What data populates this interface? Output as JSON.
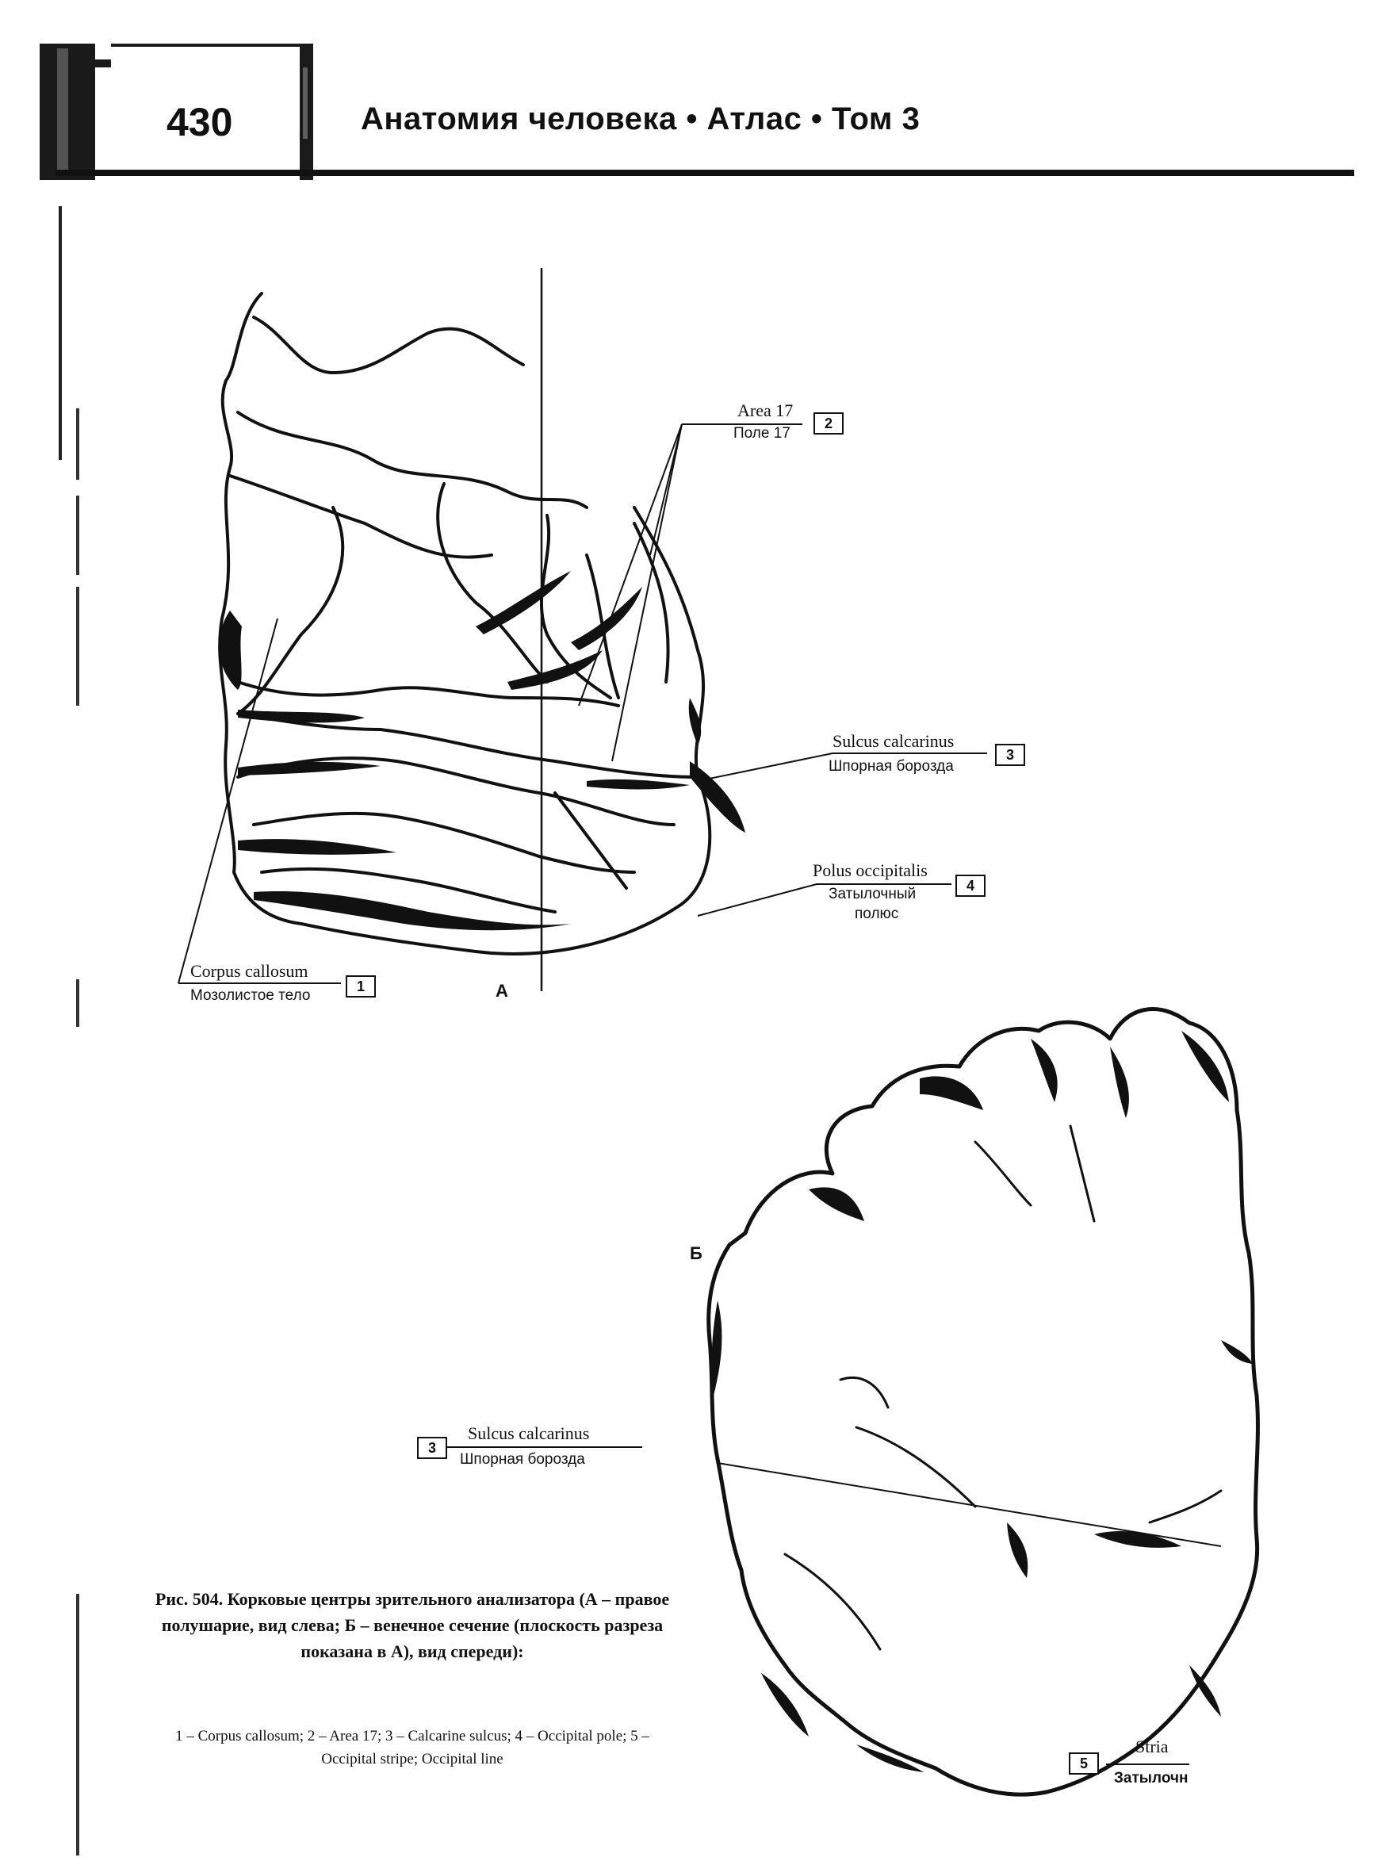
{
  "header": {
    "page_number": "430",
    "running_title": "Анатомия человека • Атлас • Том 3"
  },
  "figure_a": {
    "letter": "А",
    "labels": [
      {
        "num": "1",
        "latin": "Corpus callosum",
        "russian": "Мозолистое тело"
      },
      {
        "num": "2",
        "latin": "Area 17",
        "russian": "Поле 17"
      },
      {
        "num": "3",
        "latin": "Sulcus calcarinus",
        "russian": "Шпорная борозда"
      },
      {
        "num": "4",
        "latin": "Polus occipitalis",
        "russian_line1": "Затылочный",
        "russian_line2": "полюс"
      }
    ]
  },
  "figure_b": {
    "letter": "Б",
    "labels": [
      {
        "num": "3",
        "latin": "Sulcus calcarinus",
        "russian": "Шпорная борозда"
      },
      {
        "num": "5",
        "latin": "Stria",
        "russian": "Затылочн"
      }
    ]
  },
  "caption": {
    "title": "Рис. 504. Корковые центры зрительного анализатора (А – правое полушарие, вид слева; Б – венечное сечение (плоскость разреза показана в А), вид спереди):",
    "legend": "1 – Corpus callosum; 2 – Area 17; 3 – Calcarine sulcus; 4 – Occipital pole; 5 – Occipital stripe; Occipital line"
  }
}
